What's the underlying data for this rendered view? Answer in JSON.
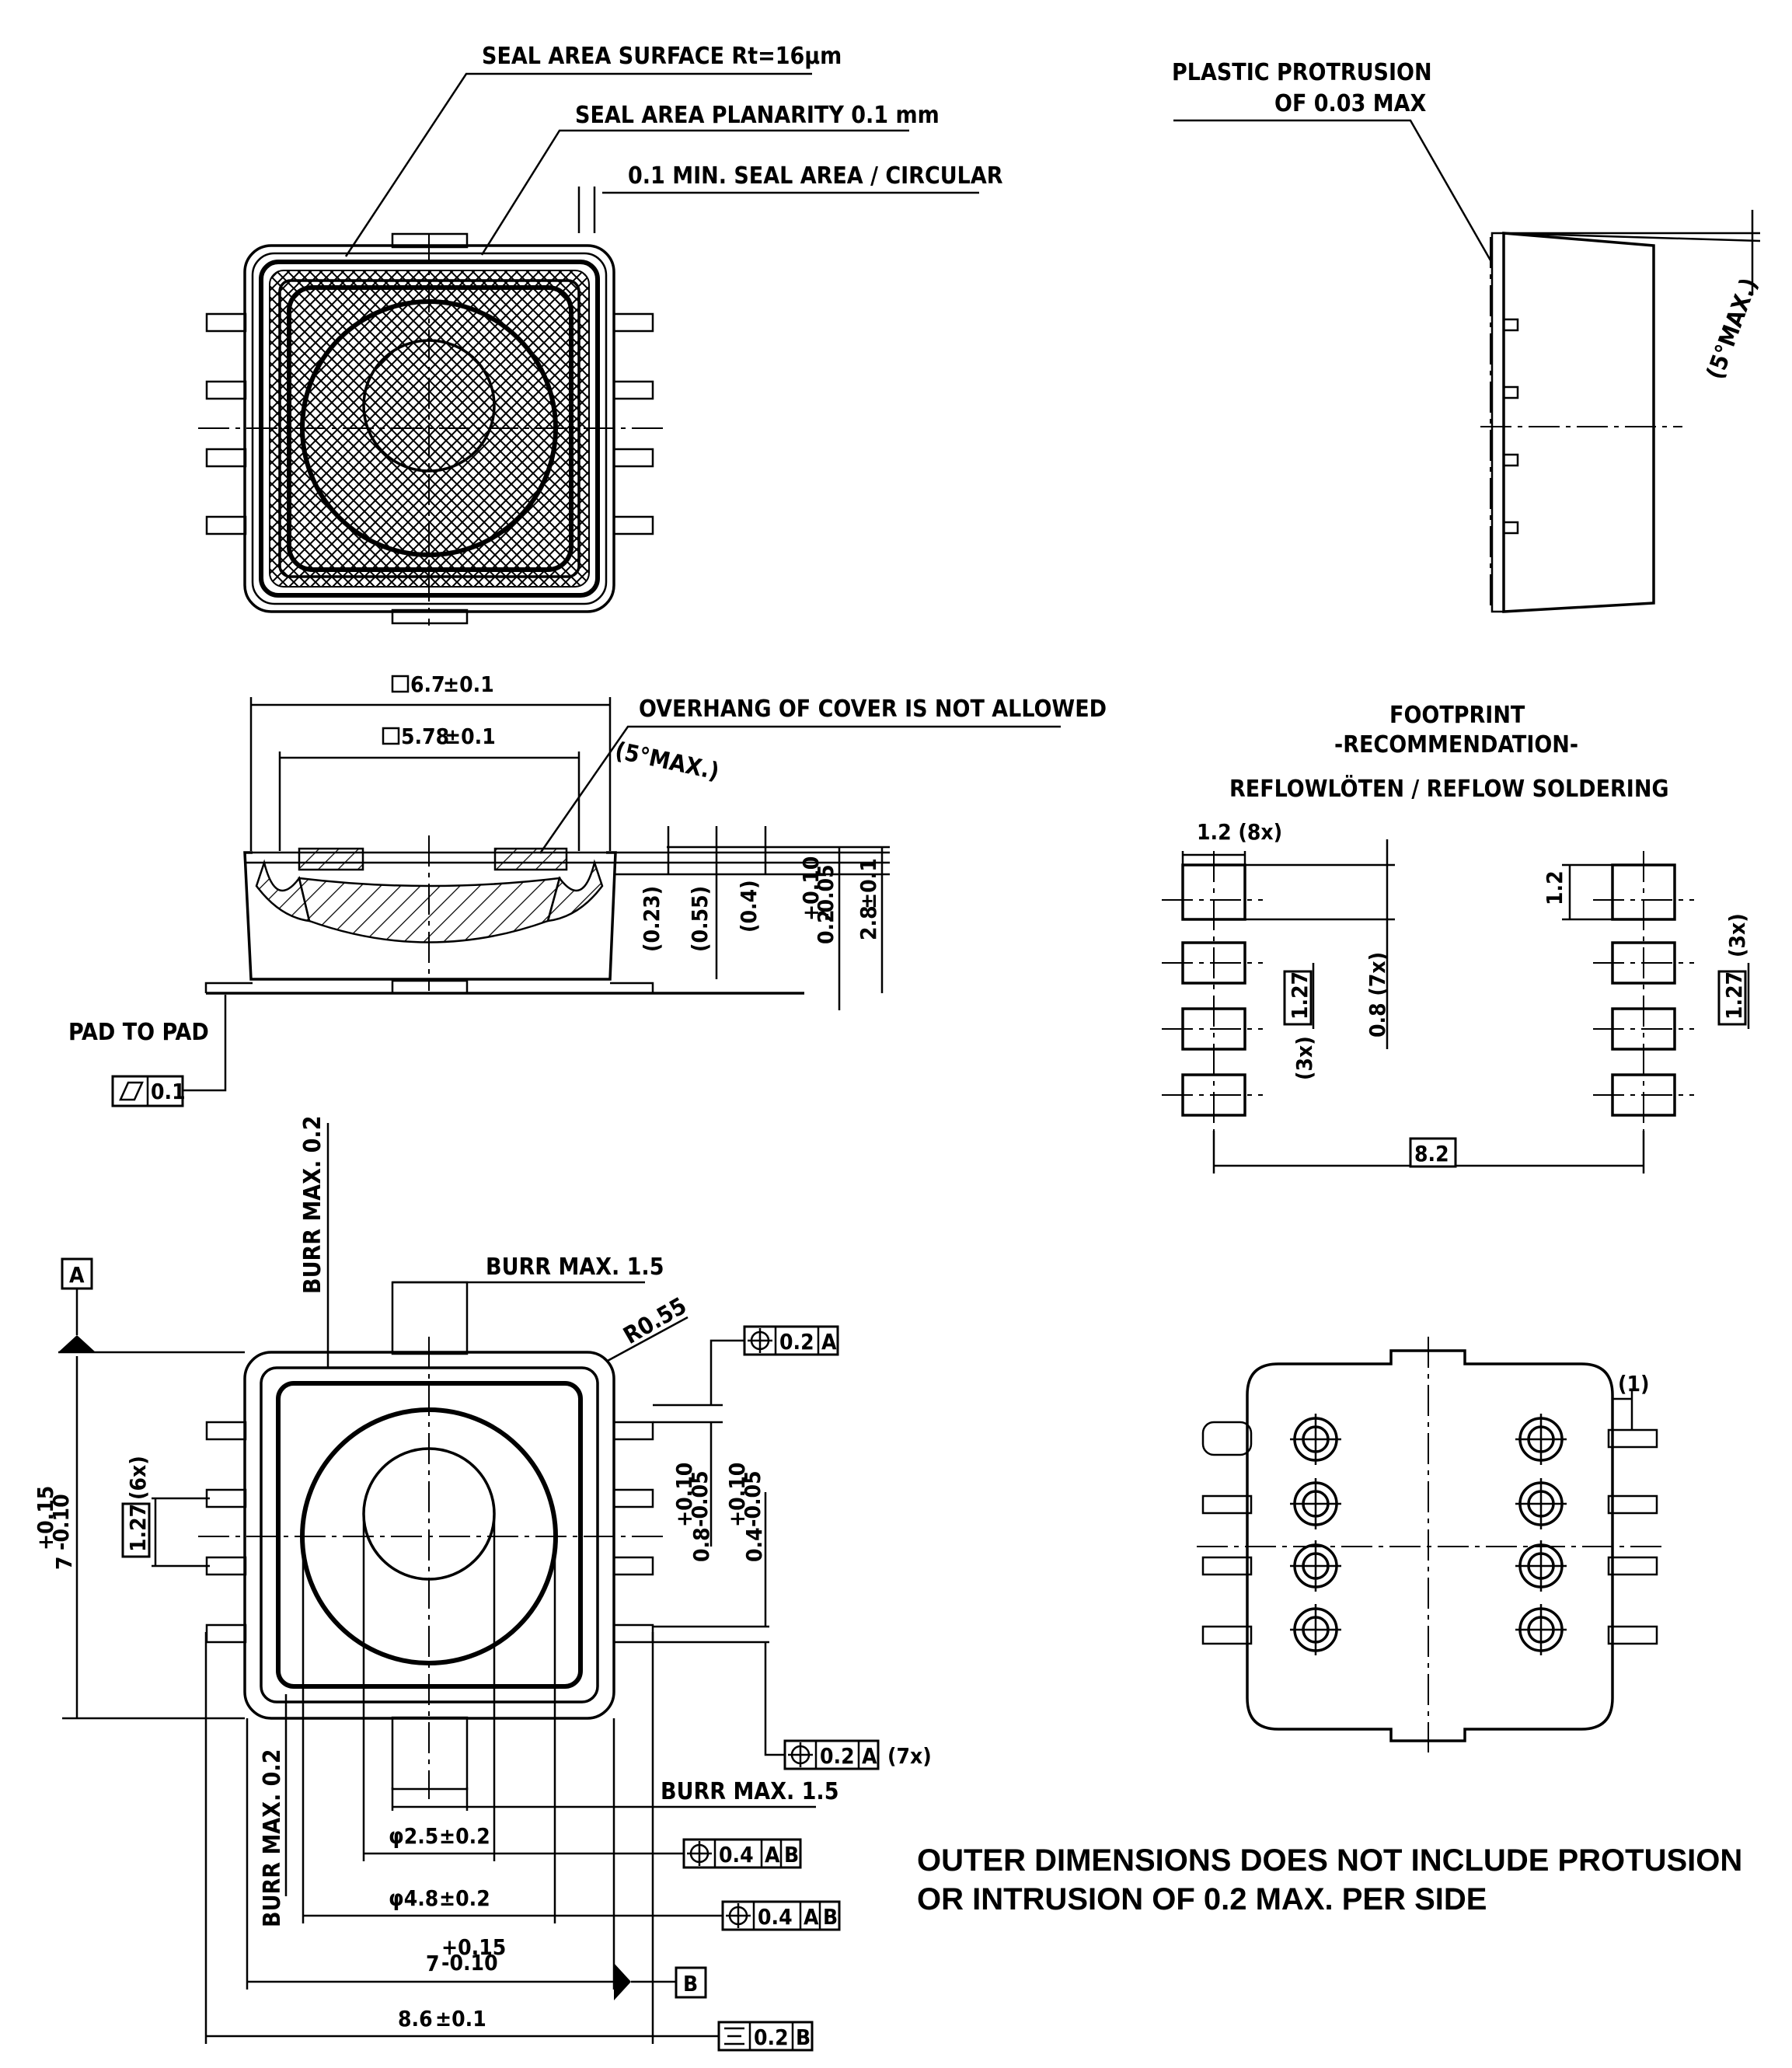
{
  "top_view": {
    "seal_surface": "SEAL AREA SURFACE Rt=16µm",
    "seal_planarity": "SEAL AREA PLANARITY 0.1 mm",
    "seal_min": "0.1 MIN.  SEAL AREA / CIRCULAR"
  },
  "side_view_right": {
    "protrusion_line1": "PLASTIC PROTRUSION",
    "protrusion_line2": "OF 0.03 MAX",
    "angle": "(5°MAX.)"
  },
  "section_view": {
    "outer_dim": "6.7",
    "outer_tol": "±0.1",
    "inner_dim": "5.78",
    "inner_tol": "±0.1",
    "overhang": "OVERHANG OF COVER IS NOT ALLOWED",
    "angle": "(5°MAX.)",
    "d023": "(0.23)",
    "d055": "(0.55)",
    "d04": "(0.4)",
    "d02": "0.2",
    "d02_tol_up": "+0.10",
    "d02_tol_dn": "-0.05",
    "d28": "2.8",
    "d28_tol": "±0.1",
    "pad_to_pad": "PAD TO PAD",
    "flatness_value": "0.1"
  },
  "footprint": {
    "title": "FOOTPRINT",
    "subtitle": "-RECOMMENDATION-",
    "method": "REFLOWLÖTEN / REFLOW SOLDERING",
    "pad_width": "1.2 (8x)",
    "pad_height": "1.2",
    "pitch": "1.27",
    "pitch_count_left": "(3x)",
    "pitch_count_right": "(3x)",
    "pad_len": "0.8 (7x)",
    "span": "8.2"
  },
  "bottom_view": {
    "datum_a": "A",
    "datum_b": "B",
    "burr_v1": "BURR MAX. 0.2",
    "burr_h1": "BURR MAX. 1.5",
    "radius": "R0.55",
    "pos_tol_1": "0.2",
    "pos_tol_1_ref": "A",
    "pos_tol_2": "0.2",
    "pos_tol_2_ref": "A",
    "pos_tol_2_count": "(7x)",
    "pitch": "1.27",
    "pitch_count": "(6x)",
    "height": "7",
    "height_tol_up": "+0.15",
    "height_tol_dn": "-0.10",
    "lead_w1": "0.8",
    "lead_w1_tol_up": "+0.10",
    "lead_w1_tol_dn": "-0.05",
    "lead_w2": "0.4",
    "lead_w2_tol_up": "+0.10",
    "lead_w2_tol_dn": "-0.05",
    "burr_v2": "BURR MAX. 0.2",
    "burr_h2": "BURR MAX. 1.5",
    "d25": "φ2.5",
    "d25_tol": "±0.2",
    "d48": "φ4.8",
    "d48_tol": "±0.2",
    "pos_d25": "0.4",
    "pos_d25_ref1": "A",
    "pos_d25_ref2": "B",
    "pos_d48": "0.4",
    "pos_d48_ref1": "A",
    "pos_d48_ref2": "B",
    "width": "7",
    "width_tol_up": "+0.15",
    "width_tol_dn": "-0.10",
    "overall": "8.6",
    "overall_tol": "±0.1",
    "sym_tol": "0.2",
    "sym_ref": "B"
  },
  "notes": {
    "line1": "OUTER DIMENSIONS DOES NOT INCLUDE PROTUSION",
    "line2": "OR INTRUSION OF 0.2 MAX. PER SIDE"
  },
  "pin_view": {
    "pin_len": "(1)"
  }
}
